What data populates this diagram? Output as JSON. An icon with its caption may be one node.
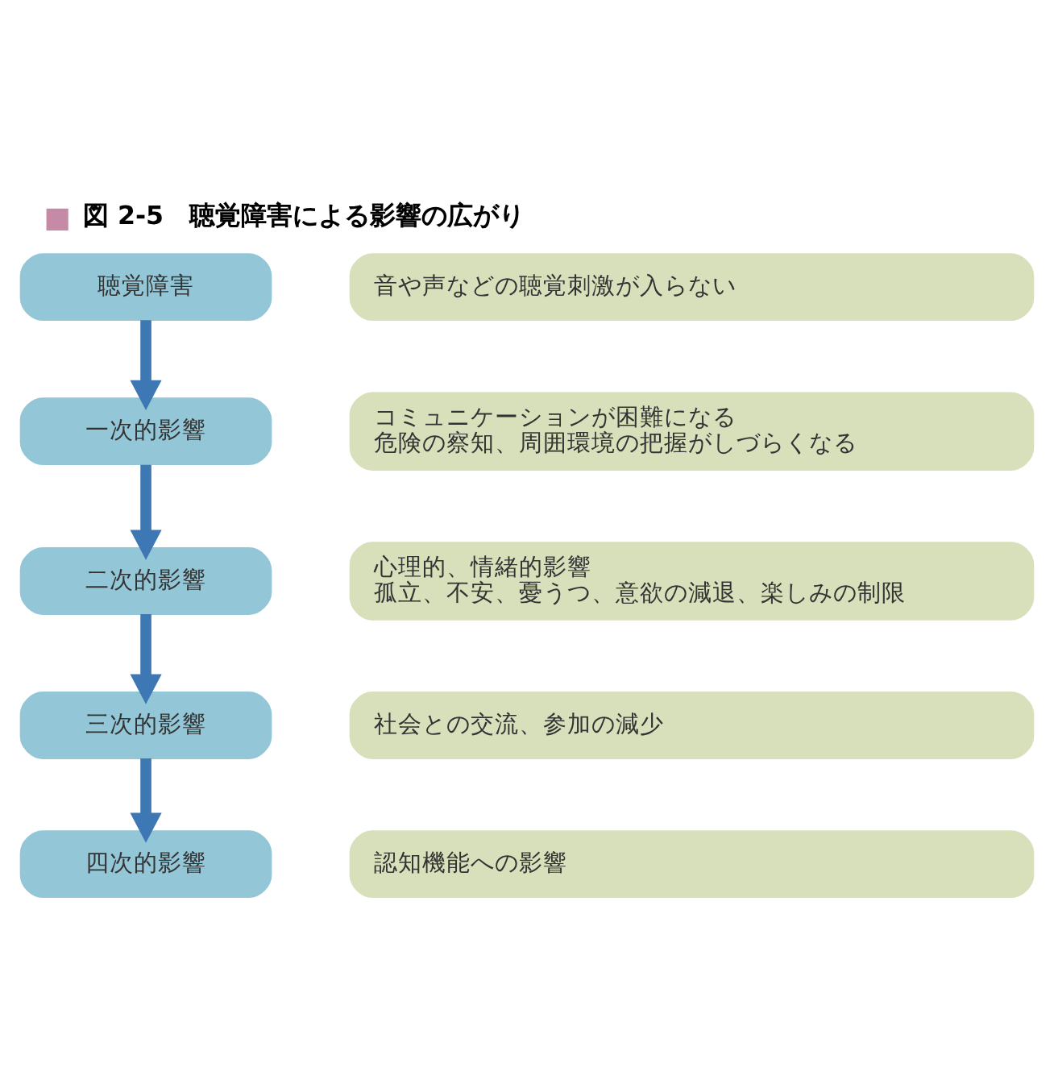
{
  "diagram": {
    "title": "図 2-5　聴覚障害による影響の広がり",
    "nodes": [
      {
        "text": [
          "聴覚障害"
        ]
      },
      {
        "text": [
          "一次的影響"
        ]
      },
      {
        "text": [
          "二次的影響"
        ]
      },
      {
        "text": [
          "三次的影響"
        ]
      },
      {
        "text": [
          "四次的影響"
        ]
      },
      {
        "text": [
          "音や声などの聴覚刺激が入らない"
        ]
      },
      {
        "text": [
          "コミュニケーションが困難になる",
          "危険の察知、周囲環境の把握がしづらくなる"
        ]
      },
      {
        "text": [
          "心理的、情緒的影響",
          "孤立、不安、憂うつ、意欲の減退、楽しみの制限"
        ]
      },
      {
        "text": [
          "社会との交流、参加の減少"
        ]
      },
      {
        "text": [
          "認知機能への影響"
        ]
      }
    ],
    "edges": [
      {
        "from": 0,
        "to": 1,
        "arrow": "to"
      },
      {
        "from": 1,
        "to": 2,
        "arrow": "to"
      },
      {
        "from": 2,
        "to": 3,
        "arrow": "to"
      },
      {
        "from": 3,
        "to": 4,
        "arrow": "to"
      }
    ]
  }
}
